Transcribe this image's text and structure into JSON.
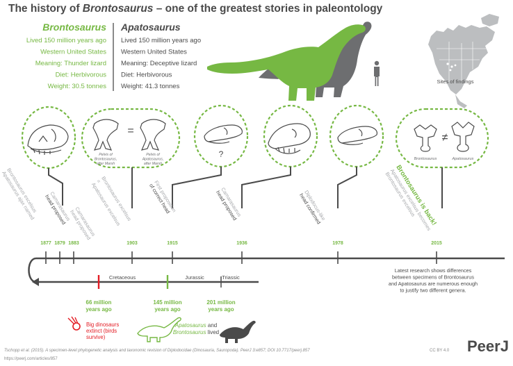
{
  "title": {
    "pre": "The history of ",
    "name": "Brontosaurus",
    "post": " – one of the greatest stories in paleontology"
  },
  "brontosaurus": {
    "name": "Brontosaurus",
    "facts": [
      "Lived 150 million years ago",
      "Western United States",
      "Meaning: Thunder lizard",
      "Diet: Herbivorous",
      "Weight: 30.5 tonnes"
    ]
  },
  "apatosaurus": {
    "name": "Apatosaurus",
    "facts": [
      "Lived 150 million years ago",
      "Western United States",
      "Meaning: Deceptive lizard",
      "Diet: Herbivorous",
      "Weight: 41.3 tonnes"
    ]
  },
  "map_caption": "Sites of findings",
  "circles": {
    "pelvis_left_lines": [
      "Pelvis of",
      "Brontosaurus,",
      "after Marsh"
    ],
    "pelvis_right_lines": [
      "Pelvis of",
      "Apatosaurus,",
      "after Marsh"
    ],
    "equals_sign": "=",
    "question_mark": "?",
    "not_equal_sign": "≠",
    "vert_left": "Brontosaurus",
    "vert_right": "Apatosaurus"
  },
  "events": [
    {
      "year": "1877",
      "lines": [
        "Brontosaurus excelsus",
        "Apatosaurus ajax named"
      ]
    },
    {
      "year": "1879",
      "lines": [
        "Camarasaurus",
        "head proposed"
      ]
    },
    {
      "year": "1883",
      "lines": [
        "Camarasaurus",
        "head proposed"
      ]
    },
    {
      "year": "1903",
      "lines": [
        "Brontosaurus excelsus",
        "=",
        "Apatosaurus excelsus"
      ]
    },
    {
      "year": "1915",
      "lines": [
        "First proposition",
        "of correct head"
      ]
    },
    {
      "year": "1936",
      "lines": [
        "Camarasaurus",
        "head proposed"
      ]
    },
    {
      "year": "1978",
      "lines": [
        "Diplodocus-like",
        "head confirmed"
      ]
    },
    {
      "year": "2015",
      "headline": "Brontosaurus is back!",
      "lines": [
        "Apatosaurus excelsus becomes",
        "Brontosaurus excelsus"
      ]
    }
  ],
  "latest_research": [
    "Latest research shows differences",
    "between specimens of Brontosaurus",
    "and Apatosaurus are numerous enough",
    "to justify two different genera."
  ],
  "periods": [
    "Cretaceous",
    "Jurassic",
    "Triassic"
  ],
  "time_markers": [
    {
      "lines": [
        "66 million",
        "years ago"
      ],
      "color": "#e31b23"
    },
    {
      "lines": [
        "145 million",
        "years ago"
      ],
      "color": "#76b843"
    },
    {
      "lines": [
        "201 million",
        "years ago"
      ],
      "color": "#76b843"
    }
  ],
  "extinction_note": [
    "Big dinosaurs",
    "extinct (birds",
    "survive)"
  ],
  "lived_note": {
    "pre": "",
    "name1": "Apatosaurus",
    "mid": " and",
    "line2": "Brontosaurus lived"
  },
  "footer": {
    "citation": "Tschopp et al. (2015). A specimen-level phylogenetic analysis and taxonomic revision of Diplodocidae (Dinosauria, Sauropoda). PeerJ 3:e857; DOI 10.7717/peerj.857",
    "url": "https://peerj.com/articles/857",
    "license": "CC BY 4.0",
    "logo": "PeerJ"
  },
  "colors": {
    "green": "#76b843",
    "dark": "#4a4a4a",
    "grey": "#6d6e70",
    "light_grey": "#a7a9ac",
    "red": "#e31b23"
  }
}
